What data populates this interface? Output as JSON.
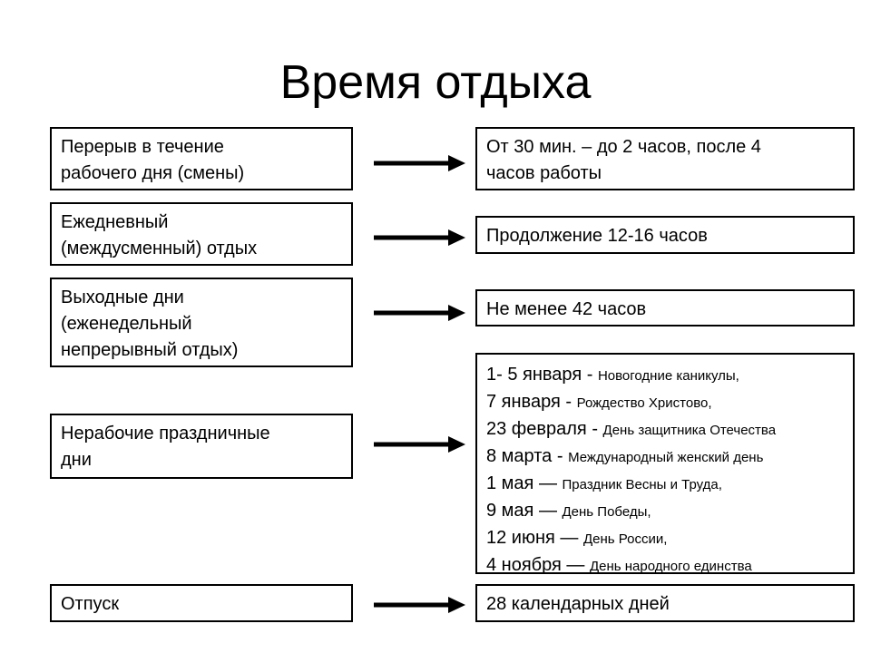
{
  "title": "Время отдыха",
  "rows": [
    {
      "left": "Перерыв в течение\nрабочего дня (смены)",
      "right": "От 30 мин. – до 2 часов, после 4\nчасов работы"
    },
    {
      "left": "Ежедневный\n(междусменный) отдых",
      "right": "Продолжение 12-16 часов"
    },
    {
      "left": "Выходные дни\n(еженедельный\nнепрерывный отдых)",
      "right": "Не менее 42 часов"
    },
    {
      "left": "Нерабочие праздничные\nдни"
    },
    {
      "left": "Отпуск",
      "right": "28 календарных дней"
    }
  ],
  "holidays": [
    {
      "date": "1- 5 января",
      "sep": " - ",
      "name": "Новогодние каникулы,"
    },
    {
      "date": "7 января",
      "sep": " - ",
      "name": "Рождество Христово,"
    },
    {
      "date": "23 февраля",
      "sep": " - ",
      "name": "День защитника  Отечества"
    },
    {
      "date": "8 марта",
      "sep": " - ",
      "name": "Международный женский день"
    },
    {
      "date": "1 мая",
      "sep": " — ",
      "name": "Праздник Весны и Труда,"
    },
    {
      "date": "9 мая",
      "sep": " — ",
      "name": "День Победы,"
    },
    {
      "date": "12 июня",
      "sep": " — ",
      "name": "День России,"
    },
    {
      "date": "4 ноября",
      "sep": " — ",
      "name": "День народного единства"
    }
  ]
}
